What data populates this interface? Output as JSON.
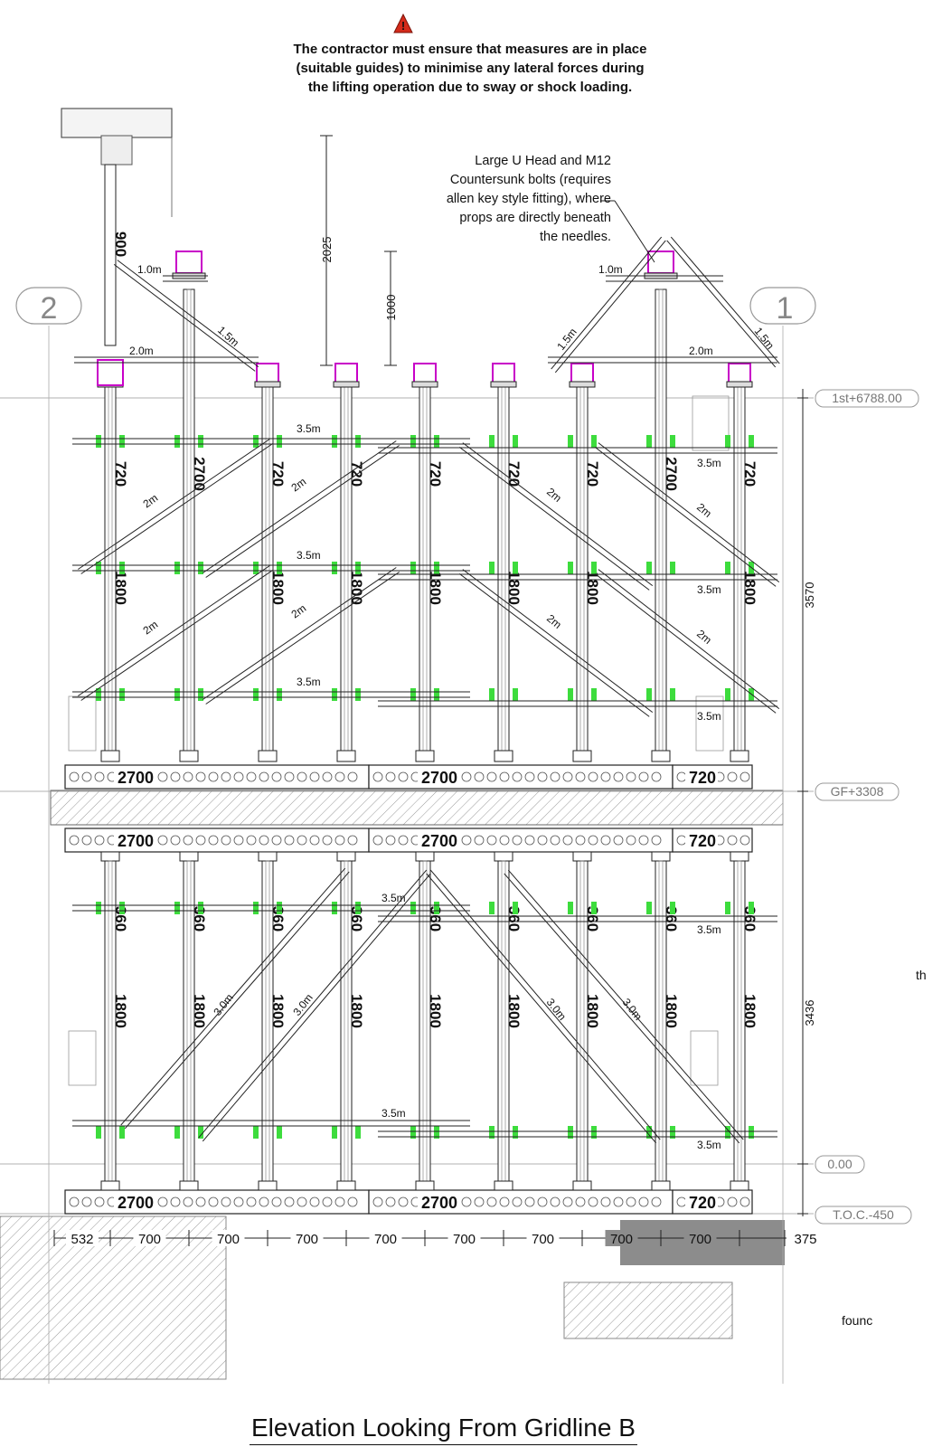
{
  "warning": {
    "icon": "warning-triangle-icon",
    "lines": [
      "The contractor must ensure that measures are in place",
      "(suitable guides) to minimise any lateral forces during",
      "the lifting operation due to sway or shock loading."
    ]
  },
  "callout": {
    "lines": [
      "Large U Head and M12",
      "Countersunk bolts (requires",
      "allen key style fitting), where",
      "props are directly beneath",
      "the needles."
    ]
  },
  "gridlines": {
    "left": "2",
    "right": "1"
  },
  "levels": {
    "first": "1st+6788.00",
    "ground": "GF+3308",
    "zero": "0.00",
    "toc": "T.O.C.-450"
  },
  "vertical_dims": {
    "upper": "3570",
    "lower": "3436",
    "needle_gap": "2025",
    "head_gap": "1000"
  },
  "top_labels": {
    "short_1": "1.0m",
    "short_2": "1.0m",
    "tube_2": "2.0m",
    "tube_2b": "2.0m",
    "diag_l": "1.5m",
    "diag_r1": "1.5m",
    "diag_r2": "1.5m"
  },
  "upper_props": {
    "top_extensions": [
      "900",
      "720",
      "720"
    ],
    "extensions": [
      "720",
      "2700",
      "720",
      "720",
      "720",
      "720",
      "720",
      "2700",
      "720"
    ],
    "main_sections": [
      "1800",
      "",
      "1800",
      "1800",
      "1800",
      "1800",
      "1800",
      "",
      "1800"
    ]
  },
  "lower_props": {
    "extensions": [
      "360",
      "360",
      "360",
      "360",
      "360",
      "360",
      "360",
      "360",
      "360"
    ],
    "main_sections": [
      "1800",
      "1800",
      "1800",
      "1800",
      "1800",
      "1800",
      "1800",
      "1800",
      "1800"
    ]
  },
  "upper_ledgers": [
    "3.5m",
    "3.5m",
    "3.5m"
  ],
  "upper_ledgers_right": [
    "3.5m",
    "3.5m",
    "3.5m"
  ],
  "upper_braces": [
    "2m",
    "2m",
    "2m",
    "2m",
    "2m",
    "2m",
    "2m",
    "2m"
  ],
  "lower_ledgers": [
    "3.5m",
    "3.5m"
  ],
  "lower_ledgers_right": [
    "3.5m",
    "3.5m"
  ],
  "lower_braces": [
    "3.0m",
    "3.0m",
    "3.0m",
    "3.0m"
  ],
  "beams": {
    "upper_base": [
      "2700",
      "2700",
      "720"
    ],
    "lower_head": [
      "2700",
      "2700",
      "720"
    ],
    "lower_base": [
      "2700",
      "2700",
      "720"
    ]
  },
  "horizontal_dims": [
    "532",
    "700",
    "700",
    "700",
    "700",
    "700",
    "700",
    "700",
    "700",
    "375"
  ],
  "edge_texts": {
    "right_fragment": "th",
    "found_fragment": "founc"
  },
  "title": "Elevation Looking From Gridline B",
  "colors": {
    "line": "#222222",
    "accent_magenta": "#c800c8",
    "clamp_green": "#3ddc3d",
    "warning_red": "#d42a1a",
    "hatch": "#9a9a9a",
    "dark_block": "#8c8c8c"
  }
}
